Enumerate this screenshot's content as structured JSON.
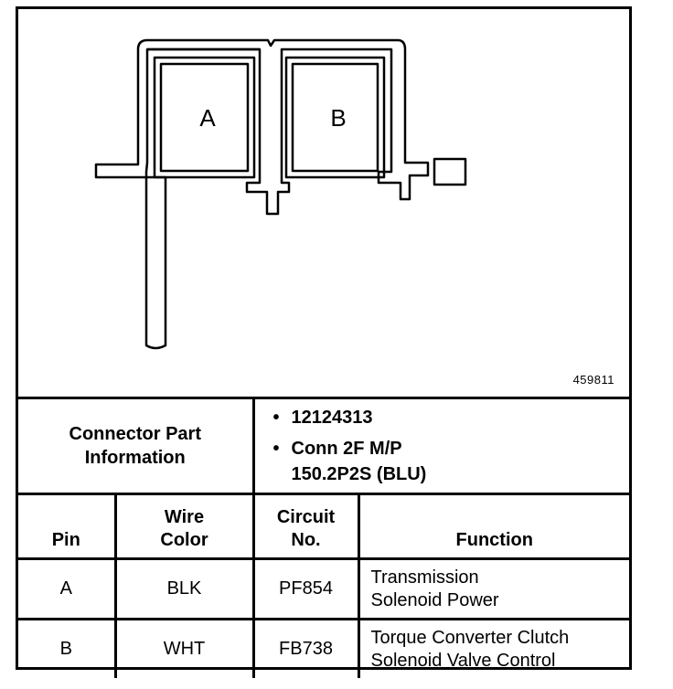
{
  "diagram": {
    "cavity_a": "A",
    "cavity_b": "B",
    "figure_id": "459811"
  },
  "part_info": {
    "label_line1": "Connector Part",
    "label_line2": "Information",
    "items": [
      {
        "line1": "12124313",
        "line2": ""
      },
      {
        "line1": "Conn 2F M/P",
        "line2": "150.2P2S (BLU)"
      }
    ]
  },
  "table": {
    "headers": {
      "pin": "Pin",
      "wire_color_1": "Wire",
      "wire_color_2": "Color",
      "circuit_1": "Circuit",
      "circuit_2": "No.",
      "function": "Function"
    },
    "rows": [
      {
        "pin": "A",
        "wire_color": "BLK",
        "circuit": "PF854",
        "function_1": "Transmission",
        "function_2": "Solenoid Power"
      },
      {
        "pin": "B",
        "wire_color": "WHT",
        "circuit": "FB738",
        "function_1": "Torque Converter Clutch",
        "function_2": "Solenoid Valve Control"
      }
    ]
  }
}
